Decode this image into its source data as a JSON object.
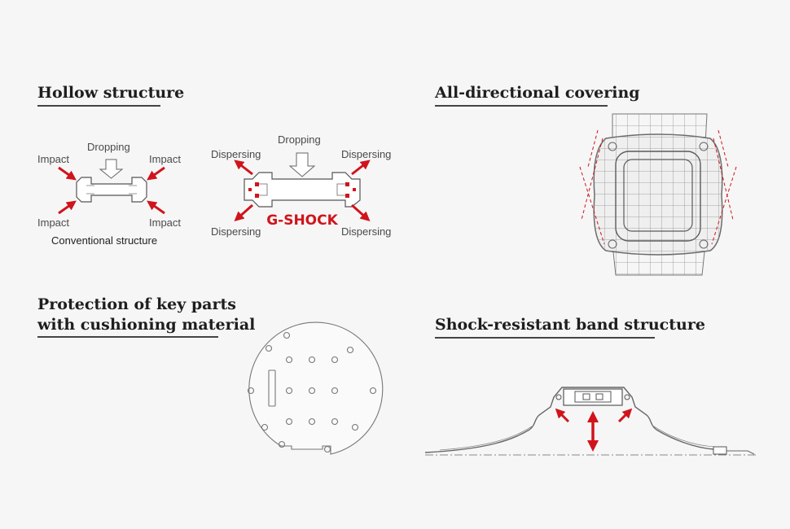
{
  "sections": {
    "hollow": {
      "title": "Hollow structure",
      "conventional": {
        "dropping": "Dropping",
        "impact_tl": "Impact",
        "impact_tr": "Impact",
        "impact_bl": "Impact",
        "impact_br": "Impact",
        "caption": "Conventional structure"
      },
      "gshock": {
        "dropping": "Dropping",
        "dispersing_tl": "Dispersing",
        "dispersing_tr": "Dispersing",
        "dispersing_bl": "Dispersing",
        "dispersing_br": "Dispersing",
        "brand": "G-SHOCK"
      }
    },
    "all_directional": {
      "title": "All-directional covering"
    },
    "protection": {
      "title_line1": "Protection of key parts",
      "title_line2": "with cushioning material"
    },
    "band": {
      "title": "Shock-resistant band structure"
    }
  },
  "colors": {
    "accent_red": "#d0141c",
    "line_gray": "#8a8a8a",
    "background": "#f6f6f6"
  }
}
